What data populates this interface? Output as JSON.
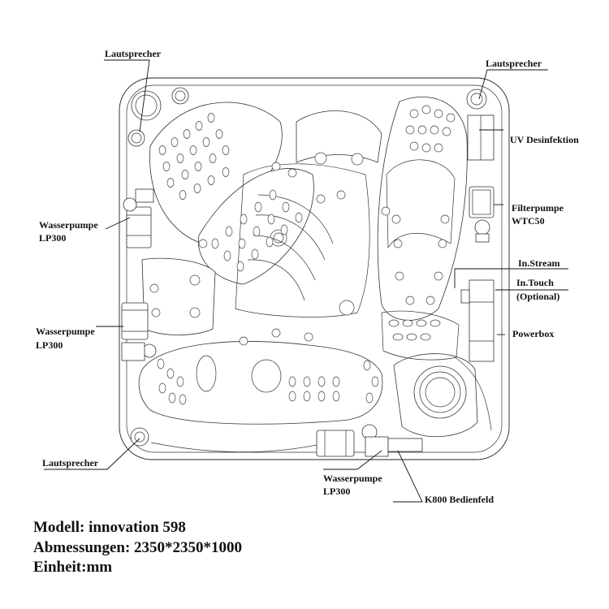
{
  "labels": {
    "speaker_top_left": "Lautsprecher",
    "speaker_top_right": "Lautsprecher",
    "uv": "UV Desinfektion",
    "pump_left_1": [
      "Wasserpumpe",
      "LP300"
    ],
    "filter_pump": [
      "Filterpumpe",
      "WTC50"
    ],
    "in_stream": "In.Stream",
    "in_touch": [
      "In.Touch",
      "(Optional)"
    ],
    "pump_left_2": [
      "Wasserpumpe",
      "LP300"
    ],
    "powerbox": "Powerbox",
    "speaker_bottom_left": "Lautsprecher",
    "pump_bottom": [
      "Wasserpumpe",
      "LP300"
    ],
    "panel": "K800 Bedienfeld"
  },
  "specs": {
    "model": "Modell: innovation 598",
    "dimensions": "Abmessungen: 2350*2350*1000",
    "unit": "Einheit:mm"
  }
}
